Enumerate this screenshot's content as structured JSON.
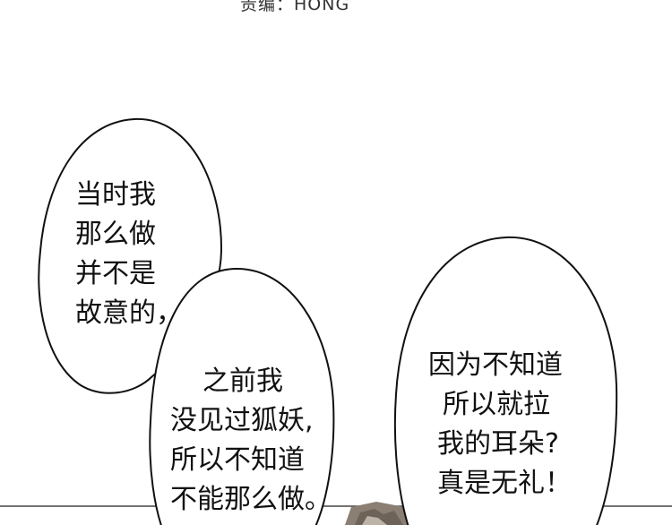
{
  "credit": {
    "text": "责编：HONG"
  },
  "panel": {
    "background_color": "#ffffff",
    "floor_line_color": "#444444",
    "art_color": "#8a7f72"
  },
  "bubbles": [
    {
      "lines": [
        "当时我",
        "那么做",
        "并不是",
        "故意的，"
      ]
    },
    {
      "lines": [
        "之前我",
        "没见过狐妖,",
        "所以不知道",
        "不能那么做。"
      ]
    },
    {
      "lines": [
        "因为不知道",
        "所以就拉",
        "我的耳朵?",
        "真是无礼！"
      ]
    }
  ]
}
